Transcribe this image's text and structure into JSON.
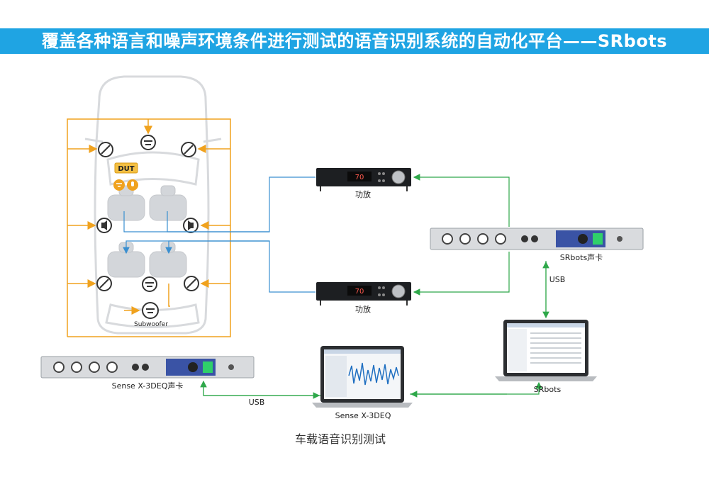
{
  "banner": {
    "title": "覆盖各种语言和噪声环境条件进行测试的语音识别系统的自动化平台——SRbots"
  },
  "car": {
    "dut_label": "DUT",
    "subwoofer_label": "Subwoofer"
  },
  "devices": {
    "amp_top": {
      "label": "功放",
      "display": "70"
    },
    "amp_bottom": {
      "label": "功放",
      "display": "70"
    },
    "srbots_card": {
      "label": "SRbots声卡"
    },
    "sense_card": {
      "label": "Sense X-3DEQ声卡"
    },
    "laptop_sense": {
      "label": "Sense X-3DEQ"
    },
    "laptop_srbots": {
      "label": "SRbots"
    }
  },
  "links": {
    "usb_right": "USB",
    "usb_left": "USB"
  },
  "caption": "车载语音识别测试",
  "colors": {
    "accent": "#1fa4e3",
    "orange": "#f0a21e",
    "green": "#2fa84a",
    "blue": "#3a8fd0"
  }
}
